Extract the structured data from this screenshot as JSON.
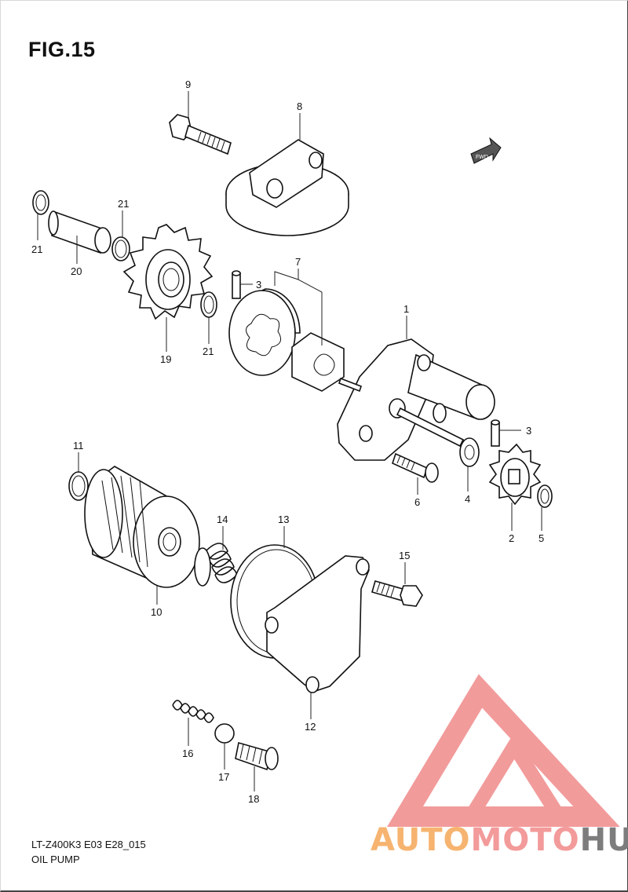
{
  "figure": {
    "title": "FIG.15",
    "model_code": "LT-Z400K3 E03 E28_015",
    "section_name": "OIL PUMP",
    "fwd_arrow_label": "FWD"
  },
  "callouts": {
    "c1": "1",
    "c2": "2",
    "c3a": "3",
    "c3b": "3",
    "c4": "4",
    "c5": "5",
    "c6": "6",
    "c7": "7",
    "c8": "8",
    "c9": "9",
    "c10": "10",
    "c11": "11",
    "c12": "12",
    "c13": "13",
    "c14": "14",
    "c15": "15",
    "c16": "16",
    "c17": "17",
    "c18": "18",
    "c19": "19",
    "c20": "20",
    "c21a": "21",
    "c21b": "21",
    "c21c": "21"
  },
  "watermark": {
    "part1": "AUTO",
    "part2": "MOTO",
    "part3": "HUB"
  },
  "colors": {
    "watermark_red": "#f08a8a",
    "watermark_orange": "#f6b470",
    "watermark_grey": "#7d7d7d"
  }
}
